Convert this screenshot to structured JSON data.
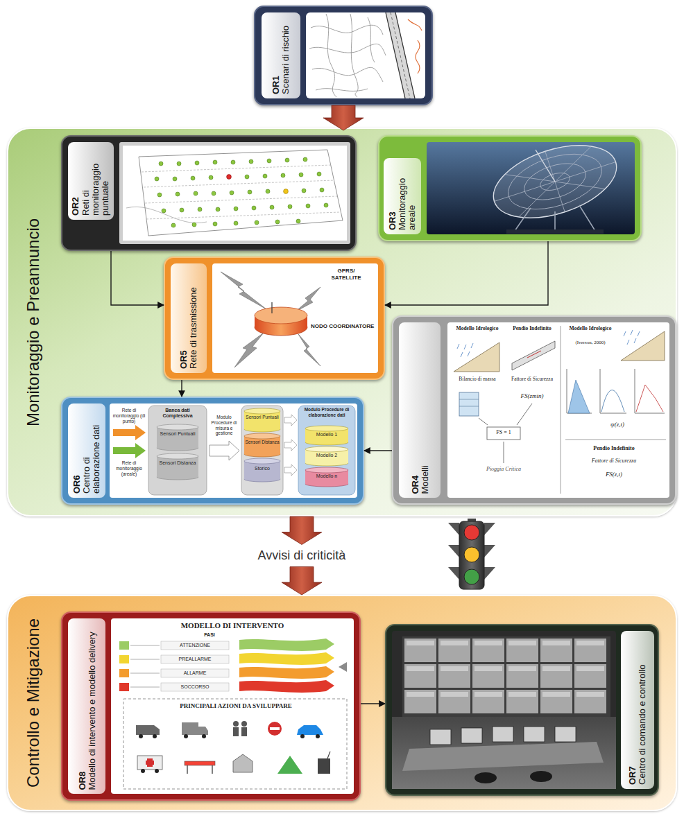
{
  "diagram": {
    "nodes": [
      {
        "text": [
          "OR1",
          "Scenari di rischio"
        ]
      },
      {
        "text": [
          "Monitoraggio e Preannuncio"
        ]
      },
      {
        "text": [
          "OR2",
          "Reti di monitoraggio puntuale"
        ],
        "in": 1
      },
      {
        "text": [
          "OR3",
          "Monitoraggio areale"
        ],
        "in": 1
      },
      {
        "text": [
          "OR5",
          "Rete di trasmissione"
        ],
        "in": 1
      },
      {
        "text": [
          "OR4",
          "Modelli"
        ],
        "in": 1
      },
      {
        "text": [
          "OR6",
          "Centro di elaborazione dati"
        ],
        "in": 1
      },
      {
        "text": [
          "Controllo e Mitigazione"
        ]
      },
      {
        "text": [
          "OR8",
          "Modello di intervento e modello delivery"
        ],
        "in": 7
      },
      {
        "text": [
          "OR7",
          "Centro di comando e controllo"
        ],
        "in": 7
      }
    ],
    "edges": [
      {
        "from": 0,
        "to": 1,
        "arrow": "to"
      },
      {
        "from": 2,
        "to": 4,
        "arrow": "to"
      },
      {
        "from": 3,
        "to": 4,
        "arrow": "to"
      },
      {
        "from": 4,
        "to": 6,
        "arrow": "to"
      },
      {
        "from": 5,
        "to": 6,
        "arrow": "to"
      },
      {
        "from": 1,
        "to": 7,
        "label": "Avvisi di criticità",
        "arrow": "to"
      },
      {
        "from": 8,
        "to": 9,
        "arrow": "to"
      }
    ],
    "labels": [
      "GPRS/ SATELLITE",
      "NODO COORDINATORE",
      "Modello Idrologico",
      "Pendio Indefinito",
      "Bilancio di massa",
      "Fattore di Sicurezza",
      "FS(zmin)",
      "FS = 1",
      "Pioggia Critica",
      "Modello Idrologico",
      "(Iverson, 2000)",
      "ψ(z,t)",
      "Pendio Indefinito",
      "Fattore di Sicurezza",
      "FS(z,t)",
      "Rete di monitoraggio (di punto)",
      "Rete di monitoraggio (areale)",
      "Banca dati Complessiva",
      "Sensori Puntuali",
      "Sensori Distanza",
      "Modulo Procedure di misura e gestione",
      "Sensori Puntuali",
      "Sensori Distanza",
      "Storico",
      "Modulo Procedure di elaborazione dati",
      "Modello 1",
      "Modello 2",
      "Modello n",
      "MODELLO DI INTERVENTO",
      "FASI",
      "ATTENZIONE",
      "PREALLARME",
      "ALLARME",
      "SOCCORSO",
      "PRINCIPALI AZIONI DA SVILUPPARE"
    ]
  }
}
